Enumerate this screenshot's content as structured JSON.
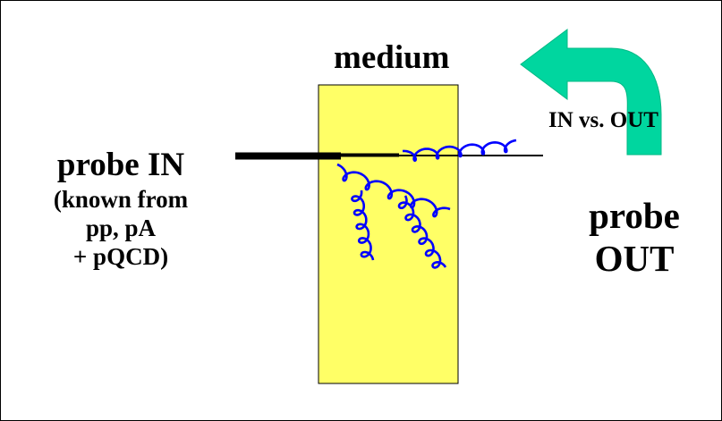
{
  "diagram": {
    "medium_label": "medium",
    "in_vs_out_label": "IN vs. OUT",
    "probe_in": {
      "title": "probe IN",
      "note_lines": [
        "(known from",
        "pp, pA",
        "+ pQCD)"
      ]
    },
    "probe_out": {
      "lines": [
        "probe",
        "OUT"
      ]
    }
  },
  "colors": {
    "medium_fill": "#ffff66",
    "arrow_fill": "#00d69f",
    "gluon": "#0000ff",
    "probe_line": "#000000"
  }
}
